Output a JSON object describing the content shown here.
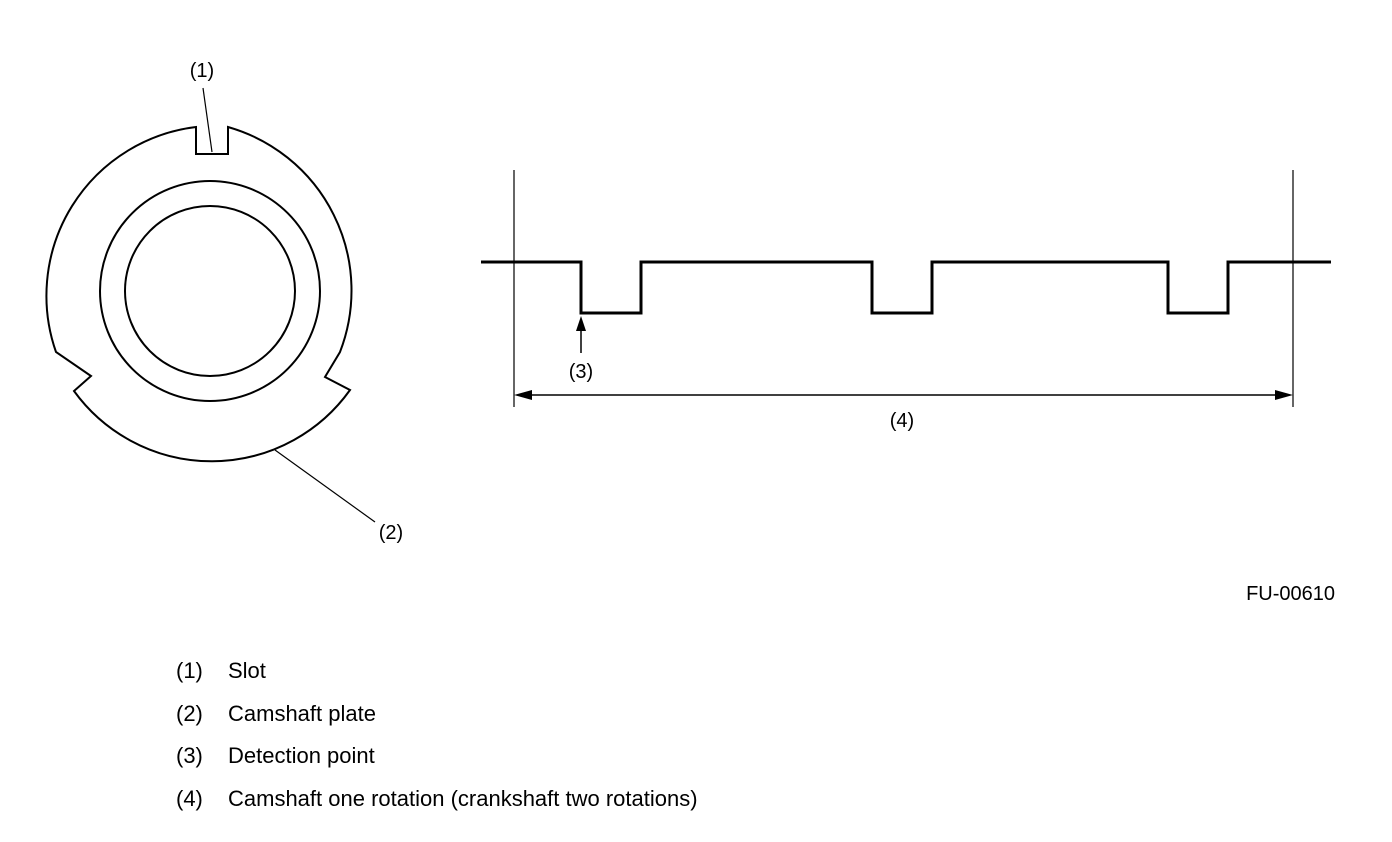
{
  "callouts": {
    "c1": "(1)",
    "c2": "(2)",
    "c3": "(3)",
    "c4": "(4)"
  },
  "figure_id": "FU-00610",
  "legend": [
    {
      "num": "(1)",
      "text": "Slot"
    },
    {
      "num": "(2)",
      "text": "Camshaft plate"
    },
    {
      "num": "(3)",
      "text": "Detection point"
    },
    {
      "num": "(4)",
      "text": "Camshaft one rotation (crankshaft two rotations)"
    }
  ]
}
